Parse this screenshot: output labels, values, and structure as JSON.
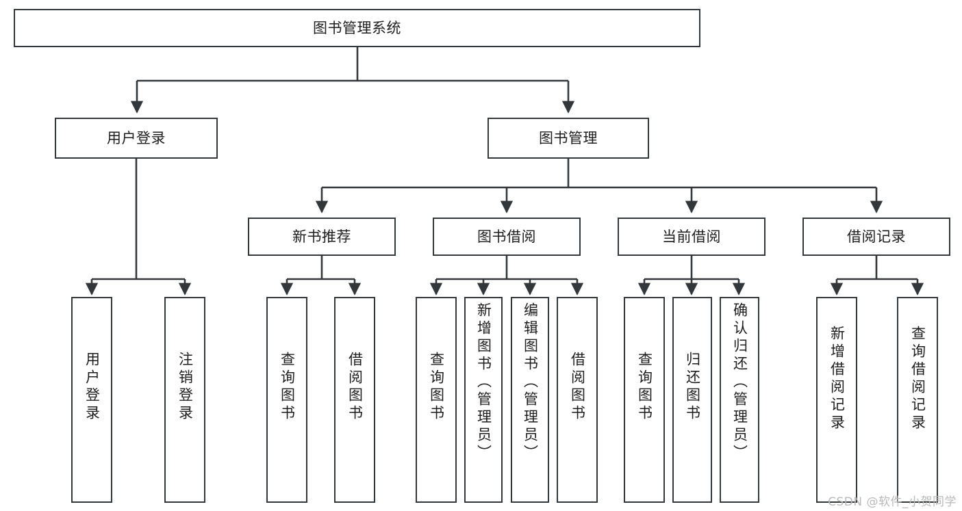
{
  "diagram": {
    "type": "tree",
    "title": "图书管理系统",
    "orientation": "top-down",
    "root": {
      "id": "root",
      "label": "图书管理系统"
    },
    "tier2": [
      {
        "id": "user-login",
        "label": "用户登录"
      },
      {
        "id": "book-manage",
        "label": "图书管理"
      }
    ],
    "tier3": [
      {
        "id": "new-book-recommend",
        "label": "新书推荐"
      },
      {
        "id": "book-borrow",
        "label": "图书借阅"
      },
      {
        "id": "current-borrow",
        "label": "当前借阅"
      },
      {
        "id": "borrow-record",
        "label": "借阅记录"
      }
    ],
    "leaves": {
      "user-login": [
        {
          "id": "leaf-user-login",
          "label": "用户登录"
        },
        {
          "id": "leaf-user-logout",
          "label": "注销登录"
        }
      ],
      "new-book-recommend": [
        {
          "id": "leaf-query-book-1",
          "label": "查询图书"
        },
        {
          "id": "leaf-borrow-book-1",
          "label": "借阅图书"
        }
      ],
      "book-borrow": [
        {
          "id": "leaf-query-book-2",
          "label": "查询图书"
        },
        {
          "id": "leaf-add-book",
          "label": "新增图书（管理员）"
        },
        {
          "id": "leaf-edit-book",
          "label": "编辑图书（管理员）"
        },
        {
          "id": "leaf-borrow-book-2",
          "label": "借阅图书"
        }
      ],
      "current-borrow": [
        {
          "id": "leaf-query-book-3",
          "label": "查询图书"
        },
        {
          "id": "leaf-return-book",
          "label": "归还图书"
        },
        {
          "id": "leaf-confirm-return",
          "label": "确认归还（管理员）"
        }
      ],
      "borrow-record": [
        {
          "id": "leaf-add-record",
          "label": "新增借阅记录"
        },
        {
          "id": "leaf-query-record",
          "label": "查询借阅记录"
        }
      ]
    }
  },
  "watermark": {
    "text": "CSDN @软件_小贺同学"
  },
  "colors": {
    "stroke": "#32373b",
    "text": "#1d1d1d",
    "background": "#ffffff",
    "watermark": "#b9b9b9"
  }
}
